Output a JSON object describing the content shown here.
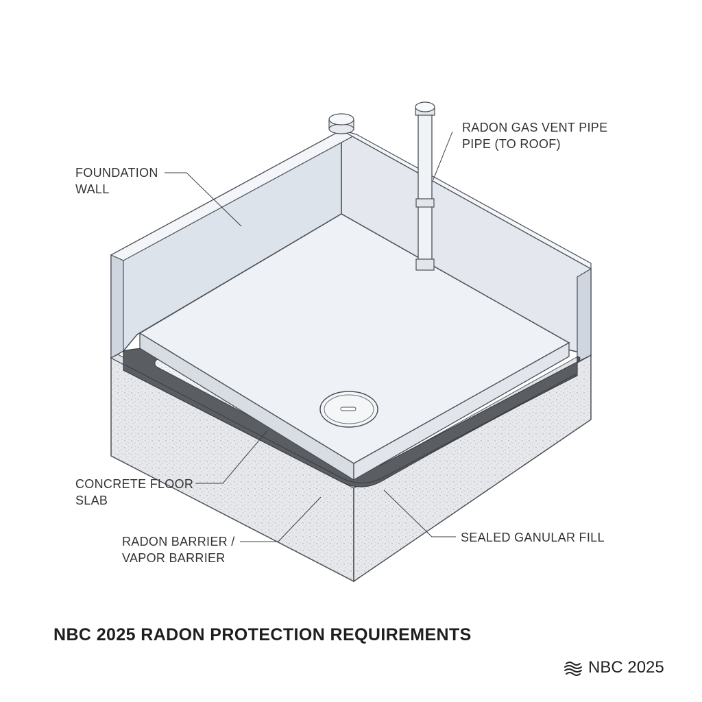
{
  "labels": {
    "foundation_wall": [
      "FOUNDATION",
      "WALL"
    ],
    "vent_pipe": [
      "RADON GAS VENT PIPE",
      "PIPE (TO ROOF)"
    ],
    "floor_slab": [
      "CONCRETE FLOOR",
      "SLAB"
    ],
    "barrier": [
      "RADON BARRIER /",
      "VAPOR BARRIER"
    ],
    "fill": [
      "SEALED GANULAR FILL"
    ]
  },
  "title": "NBC 2025 RADON PROTECTION REQUIREMENTS",
  "brand": {
    "text": "NBC 2025",
    "icon": "waves-logo-icon"
  },
  "colors": {
    "wall_face": "#dde3ea",
    "slab_top": "#eef1f5",
    "barrier": "#5a5d62",
    "gravel": "#e4e6e9",
    "outline": "#4a4f57"
  }
}
